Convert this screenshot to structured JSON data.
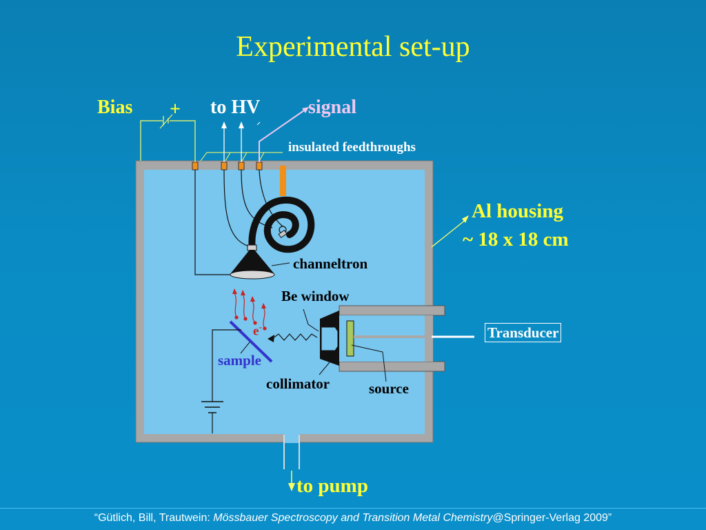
{
  "slide": {
    "title": "Experimental set-up"
  },
  "labels": {
    "bias": "Bias",
    "plus": "+",
    "to_hv": "to HV",
    "signal": "signal",
    "insulated_feedthroughs": "insulated feedthroughs",
    "al_housing": "Al housing",
    "housing_size": "~ 18 x 18 cm",
    "channeltron": "channeltron",
    "be_window": "Be window",
    "electron": "e",
    "electron_sup": "-",
    "sample": "sample",
    "collimator": "collimator",
    "source": "source",
    "transducer": "Transducer",
    "to_pump": "to pump"
  },
  "footer": {
    "prefix": "“Gütlich, Bill, Trautwein: ",
    "book": "Mössbauer Spectroscopy and Transition Metal Chemistry",
    "suffix": "@Springer-Verlag 2009”"
  },
  "colors": {
    "background": "#0a8bc3",
    "chamber_fill": "#79c6ee",
    "chamber_wall": "#a8a8a8",
    "feedthrough": "#f0901a",
    "title": "#ffff33",
    "signal": "#f0c8f0",
    "sample": "#3333cc",
    "electron_arrows": "#cc2222",
    "absorber": "#a8c860"
  }
}
